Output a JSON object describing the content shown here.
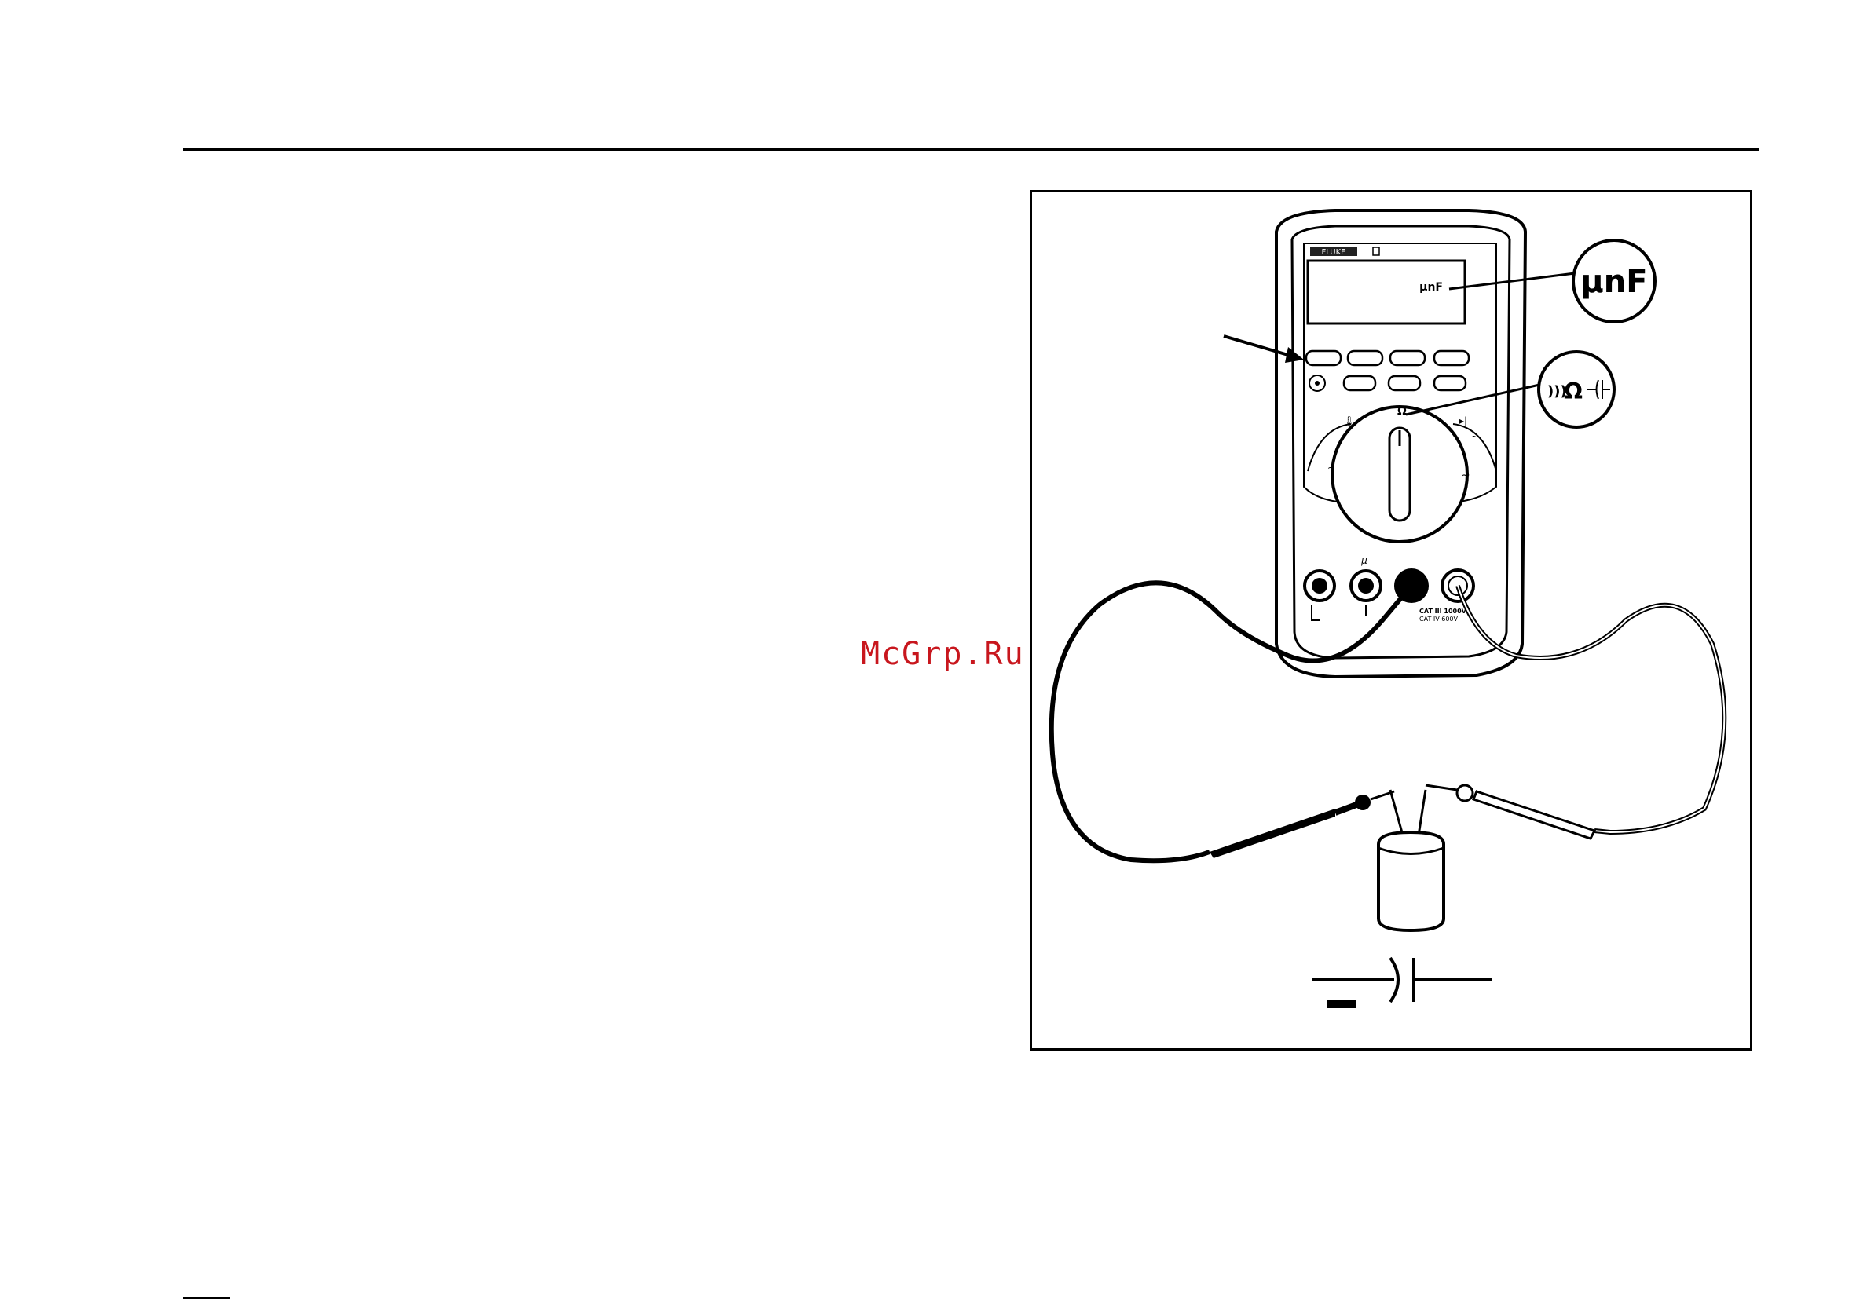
{
  "header": {
    "rule": true
  },
  "watermark": {
    "text": "McGrp.Ru",
    "color": "#c8161d"
  },
  "figure": {
    "meter": {
      "brand": "FLUKE",
      "display_unit": "µnF",
      "jack_label_mu": "µ",
      "cat_rating_1": "CAT III 1000V",
      "cat_rating_2": "CAT IV 600V"
    },
    "callouts": [
      {
        "name": "display-unit-callout",
        "text": "µnF"
      },
      {
        "name": "rotary-position-callout",
        "text": "Ω"
      }
    ]
  }
}
